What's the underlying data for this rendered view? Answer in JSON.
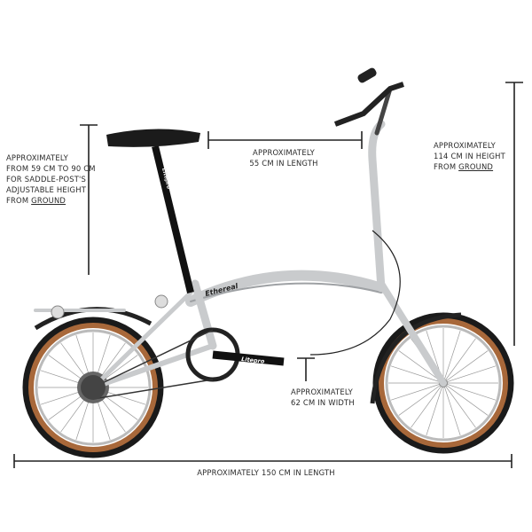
{
  "product": {
    "brand_on_frame": "Ethereal",
    "brand_on_seatpost": "Litepro",
    "brand_on_crank": "Litepro",
    "frame_color": "#c9cbcd",
    "tire_color": "#a8683a",
    "accent_color": "#111111"
  },
  "annotations": {
    "saddle_height": {
      "lines": [
        "Approximately",
        "from 59 cm to 90 cm",
        "for saddle-post's",
        "adjustable height"
      ],
      "last_prefix": "from ",
      "last_underlined": "ground"
    },
    "top_length": {
      "lines": [
        "Approximately",
        "55 cm in length"
      ]
    },
    "total_height": {
      "lines": [
        "Approximately",
        "114 cm in height"
      ],
      "last_prefix": "from ",
      "last_underlined": "ground"
    },
    "width": {
      "lines": [
        "Approximately",
        "62 cm in width"
      ]
    },
    "total_length": {
      "text": "Approximately 150 cm in length"
    }
  }
}
